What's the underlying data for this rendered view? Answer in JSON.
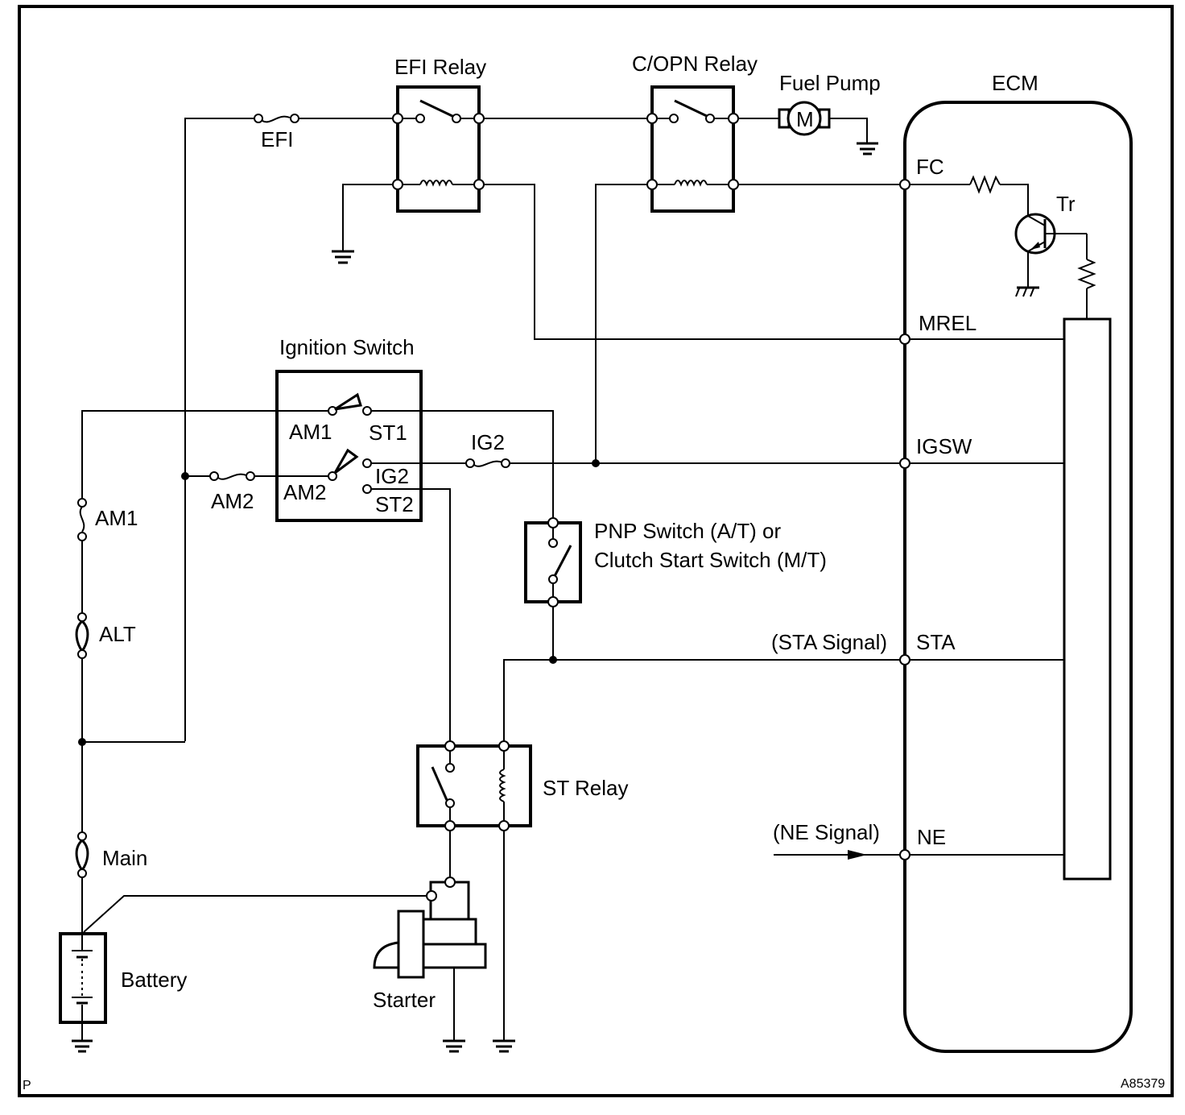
{
  "diagram": {
    "type": "wiring-diagram",
    "figure_id": "A85379",
    "corner_mark": "P",
    "components": {
      "efi_fuse": "EFI",
      "efi_relay": "EFI Relay",
      "copn_relay": "C/OPN Relay",
      "fuel_pump": "Fuel Pump",
      "motor_symbol": "M",
      "ecm": "ECM",
      "transistor": "Tr",
      "ignition_switch": "Ignition Switch",
      "am1_fuse": "AM1",
      "alt_fuse": "ALT",
      "main_fuse": "Main",
      "am2_fuse": "AM2",
      "ig2_fuse": "IG2",
      "battery": "Battery",
      "starter": "Starter",
      "st_relay": "ST Relay",
      "pnp_switch_line1": "PNP Switch (A/T) or",
      "pnp_switch_line2": "Clutch Start Switch (M/T)"
    },
    "ignition_terminals": {
      "am1": "AM1",
      "st1": "ST1",
      "am2": "AM2",
      "ig2": "IG2",
      "st2": "ST2"
    },
    "ecm_terminals": [
      {
        "id": "fc",
        "label": "FC"
      },
      {
        "id": "mrel",
        "label": "MREL"
      },
      {
        "id": "igsw",
        "label": "IGSW"
      },
      {
        "id": "sta",
        "label": "STA"
      },
      {
        "id": "ne",
        "label": "NE"
      }
    ],
    "signals": {
      "sta": "(STA Signal)",
      "ne": "(NE Signal)"
    }
  }
}
